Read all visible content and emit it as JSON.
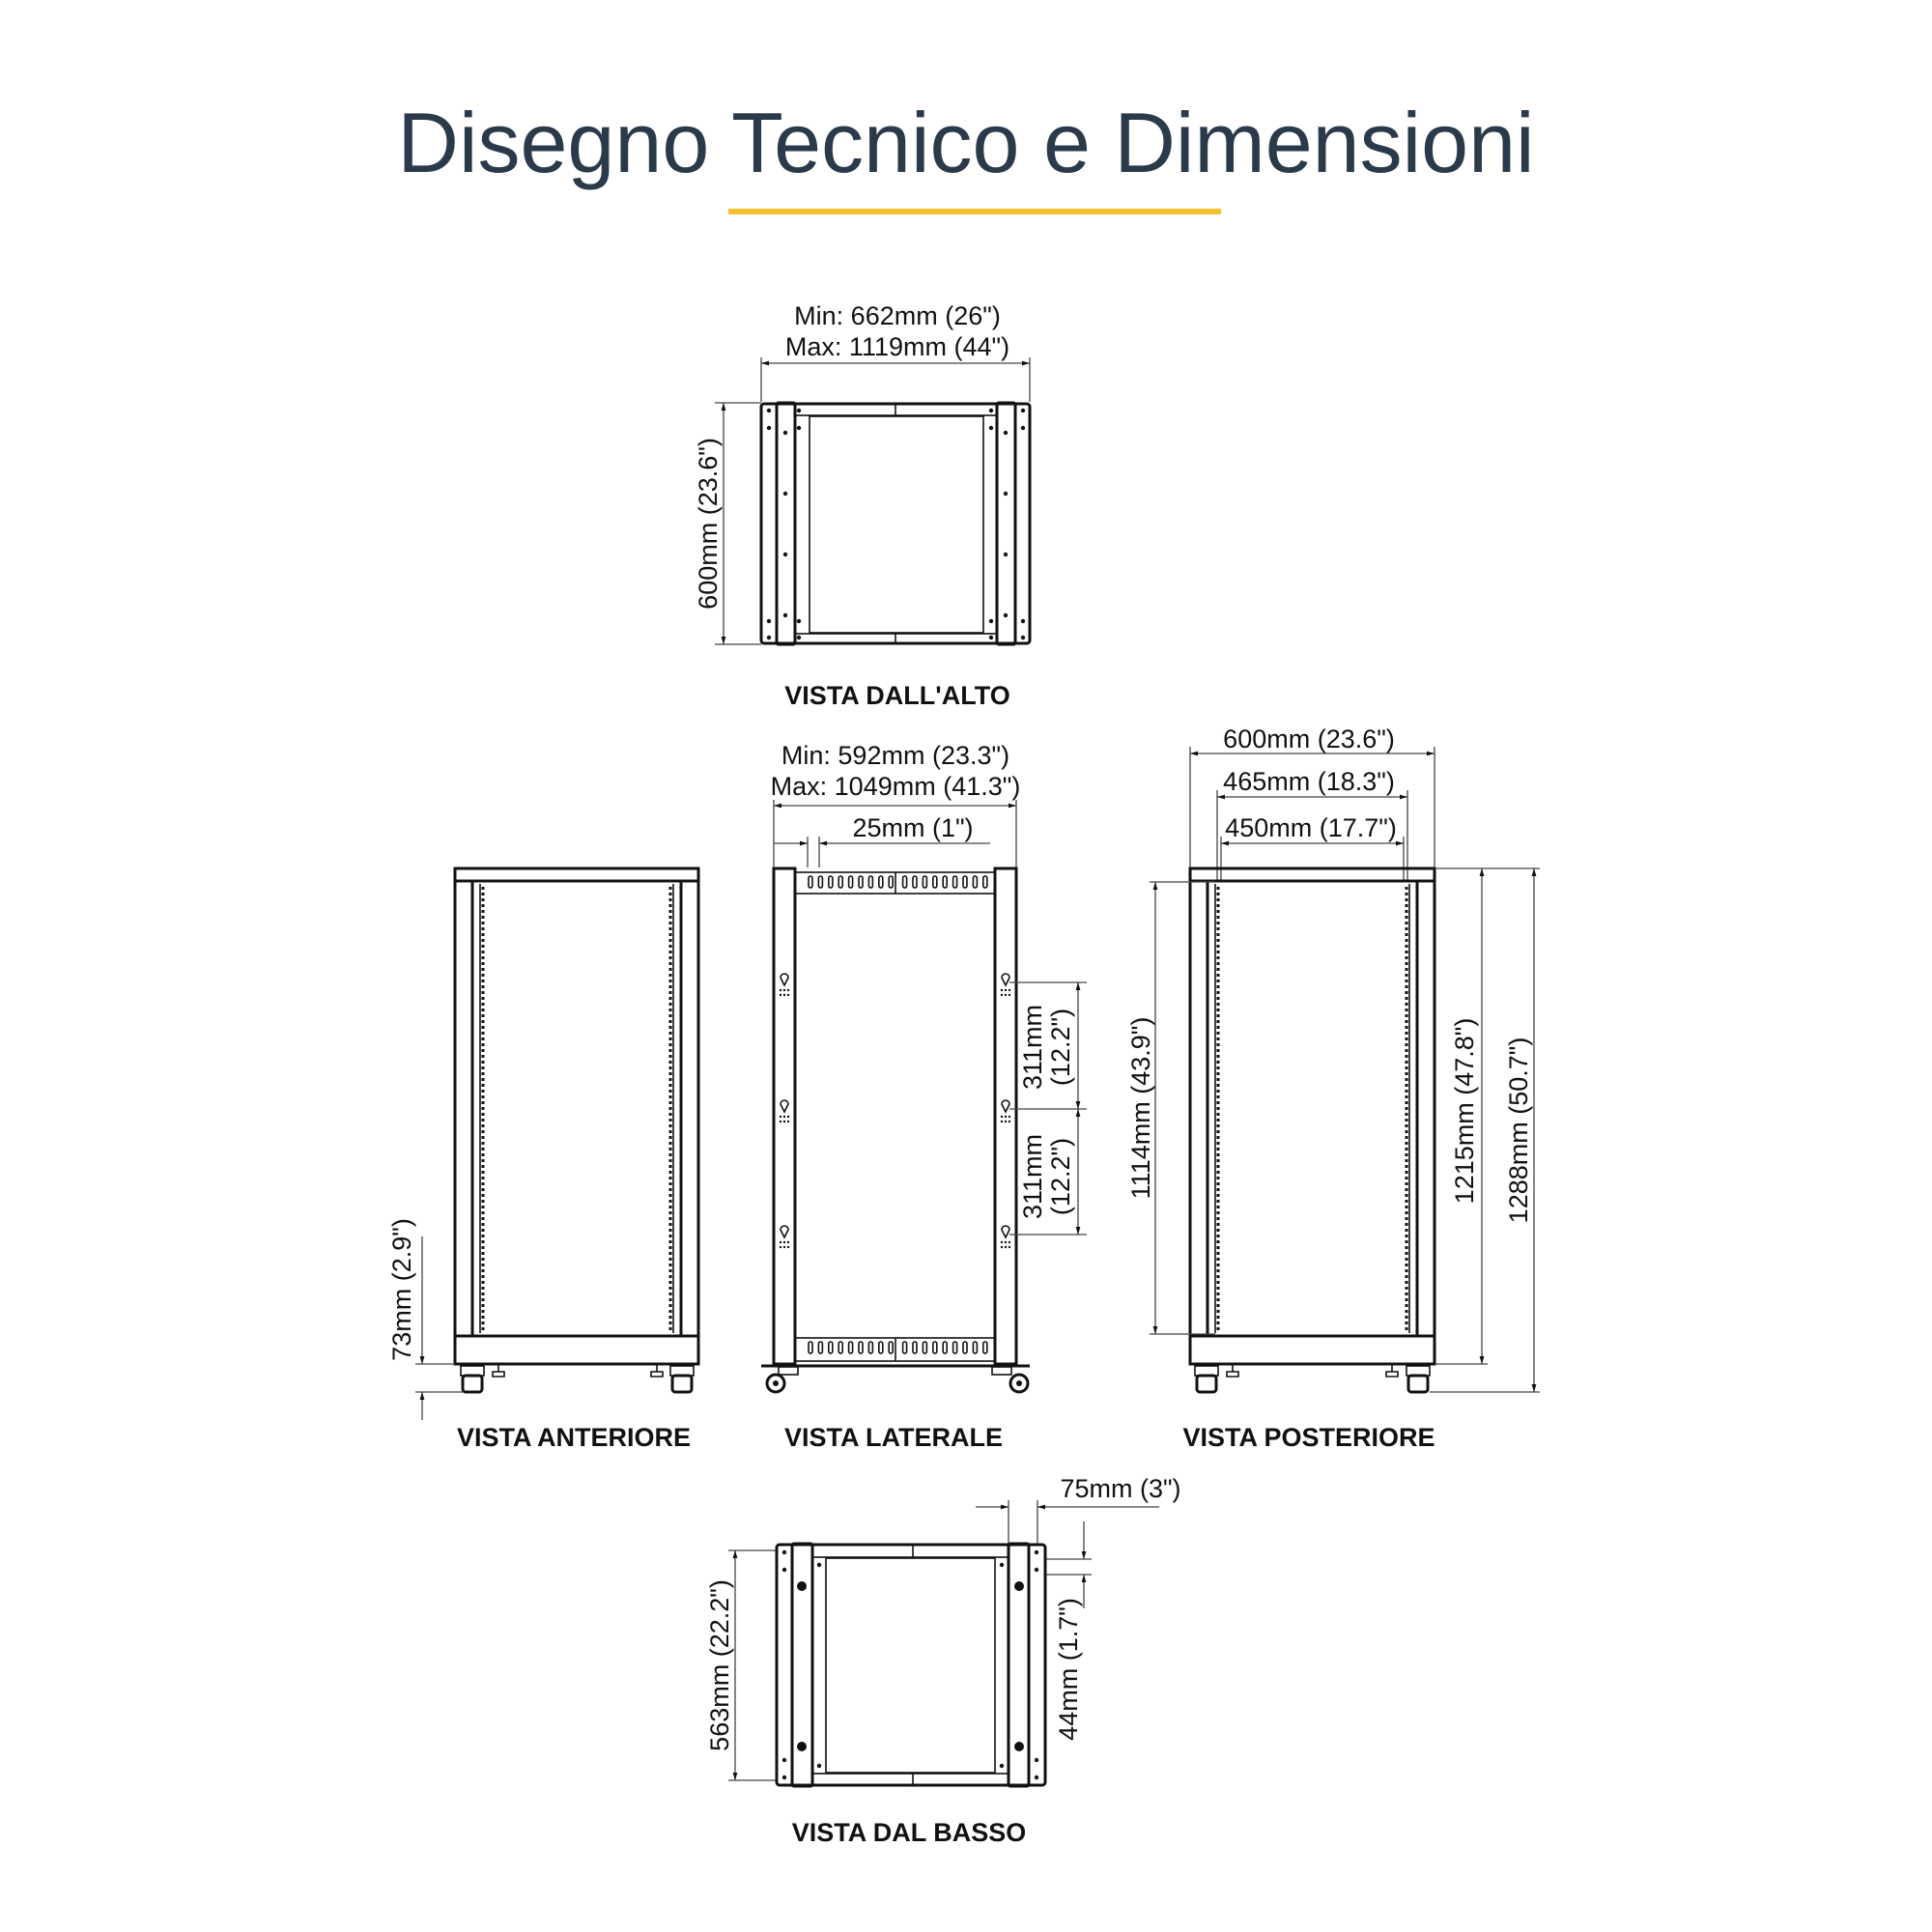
{
  "title": "Disegno Tecnico e Dimensioni",
  "accent_color": "#f5c12e",
  "views": {
    "top": {
      "label": "VISTA DALL'ALTO",
      "width_min": "Min: 662mm (26\")",
      "width_max": "Max: 1119mm (44\")",
      "depth": "600mm (23.6\")"
    },
    "front": {
      "label": "VISTA ANTERIORE",
      "clearance": "73mm (2.9\")"
    },
    "side": {
      "label": "VISTA LATERALE",
      "depth_min": "Min: 592mm (23.3\")",
      "depth_max": "Max: 1049mm (41.3\")",
      "rail_offset": "25mm (1\")",
      "spacing_1_mm": "311mm",
      "spacing_1_in": "(12.2\")",
      "spacing_2_mm": "311mm",
      "spacing_2_in": "(12.2\")"
    },
    "rear": {
      "label": "VISTA POSTERIORE",
      "outer_width": "600mm (23.6\")",
      "rail_width": "465mm (18.3\")",
      "inner_width": "450mm (17.7\")",
      "rail_height": "1114mm (43.9\")",
      "frame_height": "1215mm (47.8\")",
      "total_height": "1288mm (50.7\")"
    },
    "bottom": {
      "label": "VISTA DAL BASSO",
      "caster_offset": "75mm (3\")",
      "depth": "563mm (22.2\")",
      "caster_inset": "44mm (1.7\")"
    }
  }
}
